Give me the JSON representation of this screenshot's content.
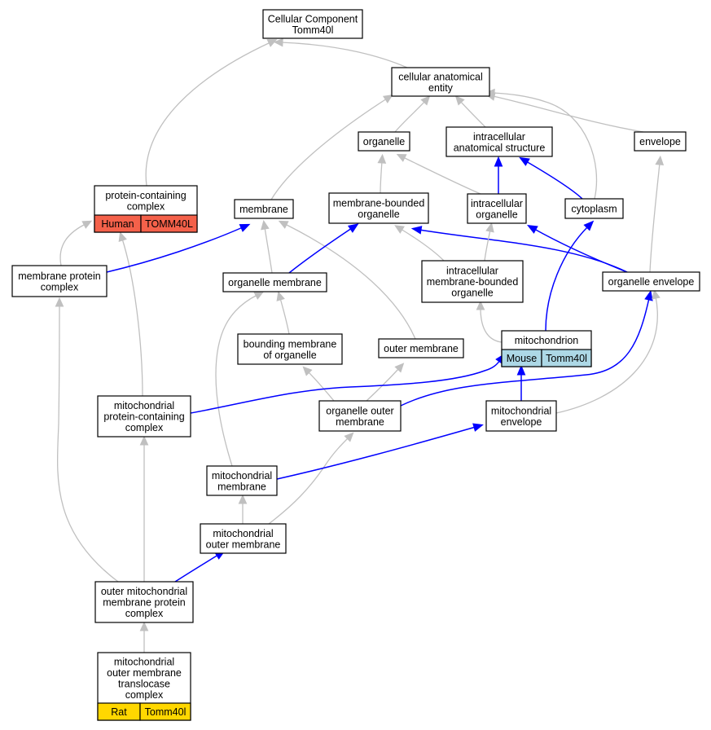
{
  "colors": {
    "gray_edge": "#c0c0c0",
    "blue_edge": "#0000ff",
    "human": "#f4614a",
    "mouse": "#add8e6",
    "rat": "#ffd700"
  },
  "nodes": {
    "cc_root": {
      "lines": [
        "Cellular Component",
        "Tomm40l"
      ]
    },
    "cae": {
      "lines": [
        "cellular anatomical",
        "entity"
      ]
    },
    "organelle": {
      "lines": [
        "organelle"
      ]
    },
    "ias": {
      "lines": [
        "intracellular",
        "anatomical structure"
      ]
    },
    "envelope": {
      "lines": [
        "envelope"
      ]
    },
    "pcc": {
      "lines": [
        "protein-containing",
        "complex"
      ],
      "species": "Human",
      "gene": "TOMM40L"
    },
    "membrane": {
      "lines": [
        "membrane"
      ]
    },
    "mbo": {
      "lines": [
        "membrane-bounded",
        "organelle"
      ]
    },
    "io": {
      "lines": [
        "intracellular",
        "organelle"
      ]
    },
    "cytoplasm": {
      "lines": [
        "cytoplasm"
      ]
    },
    "mpc": {
      "lines": [
        "membrane protein",
        "complex"
      ]
    },
    "om": {
      "lines": [
        "organelle membrane"
      ]
    },
    "imbo": {
      "lines": [
        "intracellular",
        "membrane-bounded",
        "organelle"
      ]
    },
    "oe": {
      "lines": [
        "organelle envelope"
      ]
    },
    "bmo": {
      "lines": [
        "bounding membrane",
        "of organelle"
      ]
    },
    "outer_membrane": {
      "lines": [
        "outer membrane"
      ]
    },
    "mito": {
      "lines": [
        "mitochondrion"
      ],
      "species": "Mouse",
      "gene": "Tomm40l"
    },
    "mpcc": {
      "lines": [
        "mitochondrial",
        "protein-containing",
        "complex"
      ]
    },
    "oom": {
      "lines": [
        "organelle outer",
        "membrane"
      ]
    },
    "menv": {
      "lines": [
        "mitochondrial",
        "envelope"
      ]
    },
    "mmem": {
      "lines": [
        "mitochondrial",
        "membrane"
      ]
    },
    "mom": {
      "lines": [
        "mitochondrial",
        "outer membrane"
      ]
    },
    "ompc": {
      "lines": [
        "outer mitochondrial",
        "membrane protein",
        "complex"
      ]
    },
    "tom": {
      "lines": [
        "mitochondrial",
        "outer membrane",
        "translocase",
        "complex"
      ],
      "species": "Rat",
      "gene": "Tomm40l"
    }
  },
  "edges": [
    {
      "from": "cae",
      "to": "cc_root",
      "type": "gray"
    },
    {
      "from": "pcc",
      "to": "cc_root",
      "type": "gray"
    },
    {
      "from": "organelle",
      "to": "cae",
      "type": "gray"
    },
    {
      "from": "ias",
      "to": "cae",
      "type": "gray"
    },
    {
      "from": "envelope",
      "to": "cae",
      "type": "gray"
    },
    {
      "from": "membrane",
      "to": "cae",
      "type": "gray"
    },
    {
      "from": "cytoplasm",
      "to": "cae",
      "type": "gray"
    },
    {
      "from": "mbo",
      "to": "organelle",
      "type": "gray"
    },
    {
      "from": "io",
      "to": "organelle",
      "type": "gray"
    },
    {
      "from": "io",
      "to": "ias",
      "type": "blue"
    },
    {
      "from": "cytoplasm",
      "to": "ias",
      "type": "blue"
    },
    {
      "from": "oe",
      "to": "envelope",
      "type": "gray"
    },
    {
      "from": "mpc",
      "to": "pcc",
      "type": "gray"
    },
    {
      "from": "mpcc",
      "to": "pcc",
      "type": "gray"
    },
    {
      "from": "mpc",
      "to": "membrane",
      "type": "blue"
    },
    {
      "from": "om",
      "to": "membrane",
      "type": "gray"
    },
    {
      "from": "outer_membrane",
      "to": "membrane",
      "type": "gray"
    },
    {
      "from": "om",
      "to": "mbo",
      "type": "blue"
    },
    {
      "from": "imbo",
      "to": "mbo",
      "type": "gray"
    },
    {
      "from": "oe",
      "to": "mbo",
      "type": "blue"
    },
    {
      "from": "imbo",
      "to": "io",
      "type": "gray"
    },
    {
      "from": "oe",
      "to": "io",
      "type": "blue"
    },
    {
      "from": "mito",
      "to": "cytoplasm",
      "type": "blue"
    },
    {
      "from": "ompc",
      "to": "mpc",
      "type": "gray"
    },
    {
      "from": "bmo",
      "to": "om",
      "type": "gray"
    },
    {
      "from": "mmem",
      "to": "om",
      "type": "gray"
    },
    {
      "from": "mito",
      "to": "imbo",
      "type": "gray"
    },
    {
      "from": "oom",
      "to": "oe",
      "type": "blue"
    },
    {
      "from": "menv",
      "to": "oe",
      "type": "gray"
    },
    {
      "from": "oom",
      "to": "bmo",
      "type": "gray"
    },
    {
      "from": "oom",
      "to": "outer_membrane",
      "type": "gray"
    },
    {
      "from": "mpcc",
      "to": "mito",
      "type": "blue"
    },
    {
      "from": "menv",
      "to": "mito",
      "type": "blue"
    },
    {
      "from": "ompc",
      "to": "mpcc",
      "type": "gray"
    },
    {
      "from": "mom",
      "to": "oom",
      "type": "gray"
    },
    {
      "from": "mmem",
      "to": "menv",
      "type": "blue"
    },
    {
      "from": "mom",
      "to": "mmem",
      "type": "gray"
    },
    {
      "from": "ompc",
      "to": "mom",
      "type": "blue"
    },
    {
      "from": "tom",
      "to": "ompc",
      "type": "gray"
    }
  ]
}
